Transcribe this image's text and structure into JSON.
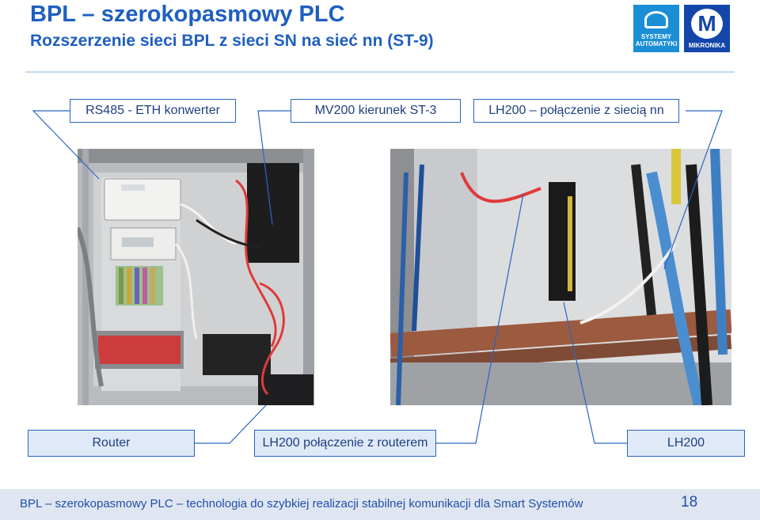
{
  "header": {
    "title": "BPL – szerokopasmowy PLC",
    "subtitle": "Rozszerzenie sieci BPL z sieci SN na sieć nn (ST-9)"
  },
  "logos": {
    "left_text": "SYSTEMY AUTOMATYKI",
    "right_text": "MIKRONIKA"
  },
  "callouts": {
    "rs485": "RS485 - ETH konwerter",
    "mv200": "MV200 kierunek ST-3",
    "lh200_nn": "LH200 – połączenie z siecią nn",
    "router": "Router",
    "lh200_router": "LH200 połączenie z routerem",
    "lh200": "LH200"
  },
  "footer": {
    "text": "BPL – szerokopasmowy PLC – technologia do szybkiej realizacji stabilnej komunikacji dla Smart Systemów",
    "page": "18"
  }
}
